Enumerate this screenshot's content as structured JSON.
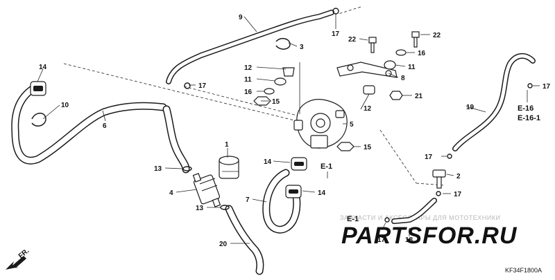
{
  "callouts": {
    "c1": "1",
    "c2": "2",
    "c3": "3",
    "c4": "4",
    "c5": "5",
    "c6": "6",
    "c7": "7",
    "c8": "8",
    "c9": "9",
    "c10": "10",
    "c11a": "11",
    "c11b": "11",
    "c12a": "12",
    "c12b": "12",
    "c13a": "13",
    "c13b": "13",
    "c14a": "14",
    "c14b": "14",
    "c14c": "14",
    "c15a": "15",
    "c15b": "15",
    "c16a": "16",
    "c16b": "16",
    "c17a": "17",
    "c17b": "17",
    "c17c": "17",
    "c17d": "17",
    "c17e": "17",
    "c17f": "17",
    "c18": "18",
    "c19": "19",
    "c20": "20",
    "c21": "21",
    "c22a": "22",
    "c22b": "22"
  },
  "refs": {
    "e1": "E-1",
    "e1b": "E-1",
    "e16": "E-16",
    "e161": "E-16-1"
  },
  "direction_label": "FR.",
  "diagram_code": "KF34F1800A",
  "watermark": {
    "top_text": "ЗАПЧАСТИ И АКСЕССУАРЫ ДЛЯ МОТОТЕХНИКИ",
    "logo": "PARTSFOR.RU",
    "logo_color": "#e8a8a8"
  }
}
